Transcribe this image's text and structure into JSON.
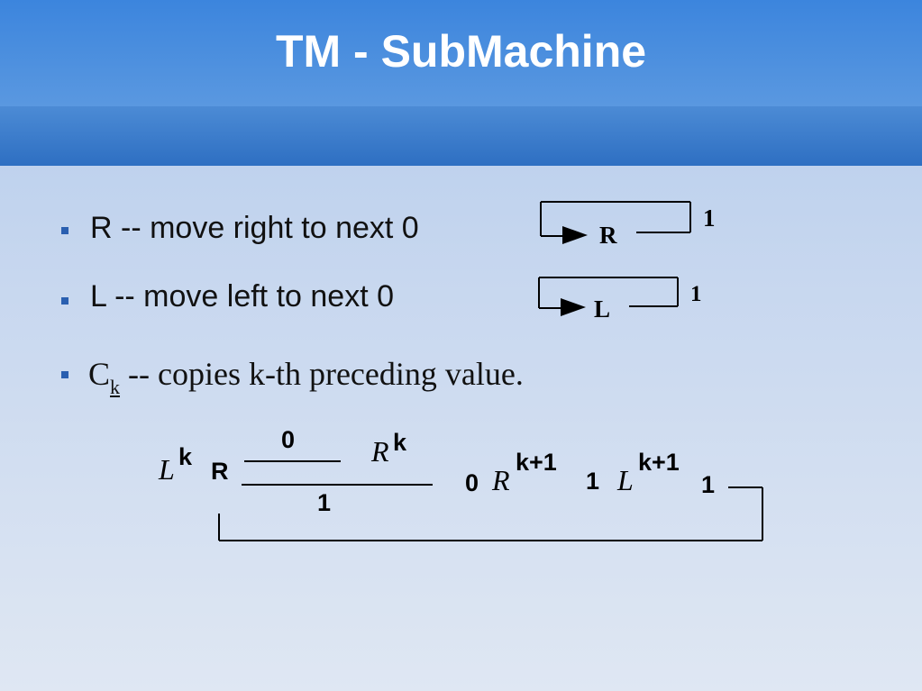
{
  "slide": {
    "title": "TM - SubMachine",
    "bullets": [
      {
        "text": "R -- move right to next 0"
      },
      {
        "text": "L -- move left to next 0"
      },
      {
        "main": "C",
        "sub": "k",
        "rest": " -- copies k-th preceding value."
      }
    ]
  },
  "diagrams": {
    "r_machine": {
      "state": "R",
      "loop": "1"
    },
    "l_machine": {
      "state": "L",
      "loop": "1"
    },
    "copy_machine": {
      "script_l": "L",
      "sup_k": "k",
      "r_state": "R",
      "top_label": "0",
      "script_r": "R",
      "bottom_label": "1",
      "zero": "0",
      "script_r2": "R",
      "sup_k1": "k+1",
      "one_a": "1",
      "script_l2": "L",
      "sup_k1b": "k+1",
      "one_b": "1"
    }
  }
}
